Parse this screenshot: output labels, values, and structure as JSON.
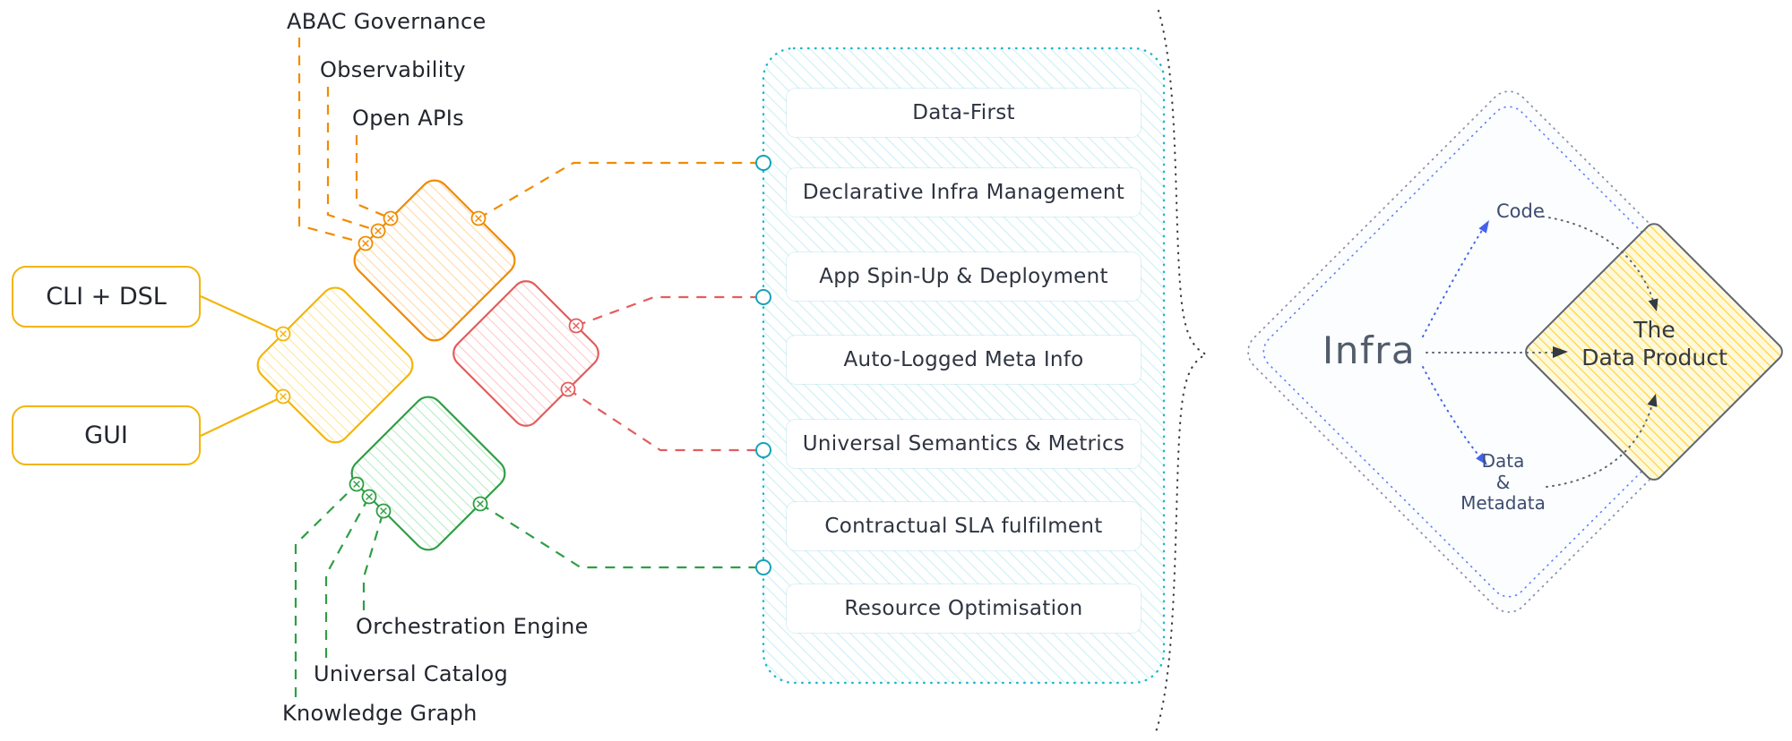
{
  "colors": {
    "orange": "#f08c00",
    "yellow": "#f3b50b",
    "red": "#e35d5d",
    "green": "#2f9e44",
    "cyan": "#1fb6cc",
    "blue": "#4263eb",
    "dark": "#343a40",
    "product_yellow": "#ffd43b"
  },
  "inputs": {
    "abac": "ABAC Governance",
    "observability": "Observability",
    "open_apis": "Open APIs",
    "cli_dsl": "CLI + DSL",
    "gui": "GUI",
    "orchestration_engine": "Orchestration Engine",
    "universal_catalog": "Universal Catalog",
    "knowledge_graph": "Knowledge Graph"
  },
  "capabilities": {
    "items": [
      "Data-First",
      "Declarative Infra Management",
      "App Spin-Up & Deployment",
      "Auto-Logged Meta Info",
      "Universal Semantics & Metrics",
      "Contractual SLA fulfilment",
      "Resource Optimisation"
    ]
  },
  "right_diagram": {
    "infra": "Infra",
    "code": "Code",
    "data_metadata": "Data\n&\nMetadata",
    "product": "The\nData Product"
  }
}
